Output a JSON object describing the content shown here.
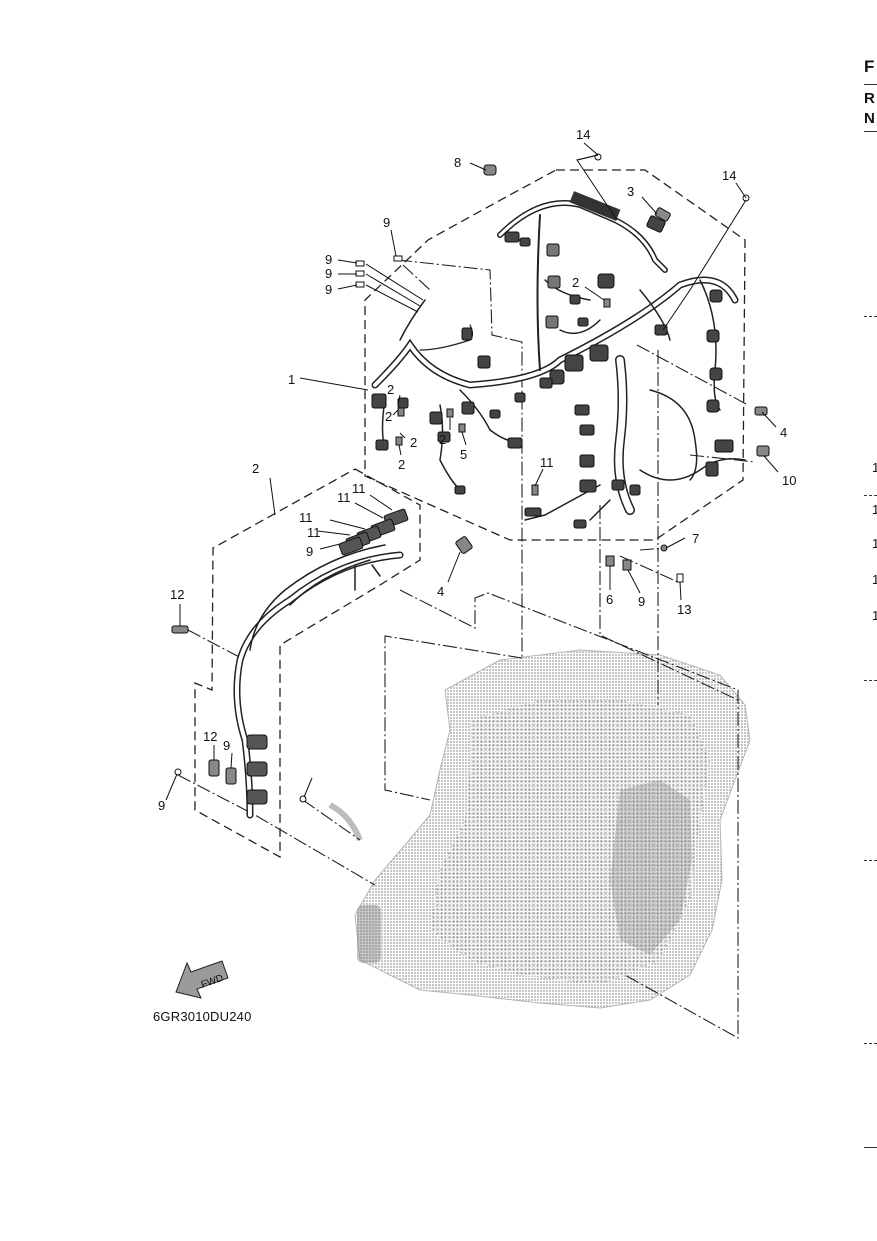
{
  "diagram": {
    "reference_code": "6GR3010DU240",
    "fwd_arrow_label": "FWD",
    "callouts": [
      {
        "id": "c14a",
        "text": "14"
      },
      {
        "id": "c8",
        "text": "8"
      },
      {
        "id": "c3",
        "text": "3"
      },
      {
        "id": "c14b",
        "text": "14"
      },
      {
        "id": "c9a",
        "text": "9"
      },
      {
        "id": "c9b",
        "text": "9"
      },
      {
        "id": "c9c",
        "text": "9"
      },
      {
        "id": "c9d",
        "text": "9"
      },
      {
        "id": "c2a",
        "text": "2"
      },
      {
        "id": "c1",
        "text": "1"
      },
      {
        "id": "c2b",
        "text": "2"
      },
      {
        "id": "c2c",
        "text": "2"
      },
      {
        "id": "c2d",
        "text": "2"
      },
      {
        "id": "c2e",
        "text": "2"
      },
      {
        "id": "c2f",
        "text": "2"
      },
      {
        "id": "c5",
        "text": "5"
      },
      {
        "id": "c4a",
        "text": "4"
      },
      {
        "id": "c10",
        "text": "10"
      },
      {
        "id": "c2g",
        "text": "2"
      },
      {
        "id": "c11a",
        "text": "11"
      },
      {
        "id": "c11b",
        "text": "11"
      },
      {
        "id": "c11c",
        "text": "11"
      },
      {
        "id": "c11d",
        "text": "11"
      },
      {
        "id": "c11e",
        "text": "11"
      },
      {
        "id": "c9e",
        "text": "9"
      },
      {
        "id": "c7",
        "text": "7"
      },
      {
        "id": "c4b",
        "text": "4"
      },
      {
        "id": "c6",
        "text": "6"
      },
      {
        "id": "c9f",
        "text": "9"
      },
      {
        "id": "c13",
        "text": "13"
      },
      {
        "id": "c12a",
        "text": "12"
      },
      {
        "id": "c12b",
        "text": "12"
      },
      {
        "id": "c9g",
        "text": "9"
      },
      {
        "id": "c9h",
        "text": "9"
      }
    ]
  },
  "margin": {
    "letters": [
      "F",
      "R",
      "N"
    ],
    "numbers": [
      "1",
      "1",
      "1",
      "1",
      "1"
    ]
  }
}
